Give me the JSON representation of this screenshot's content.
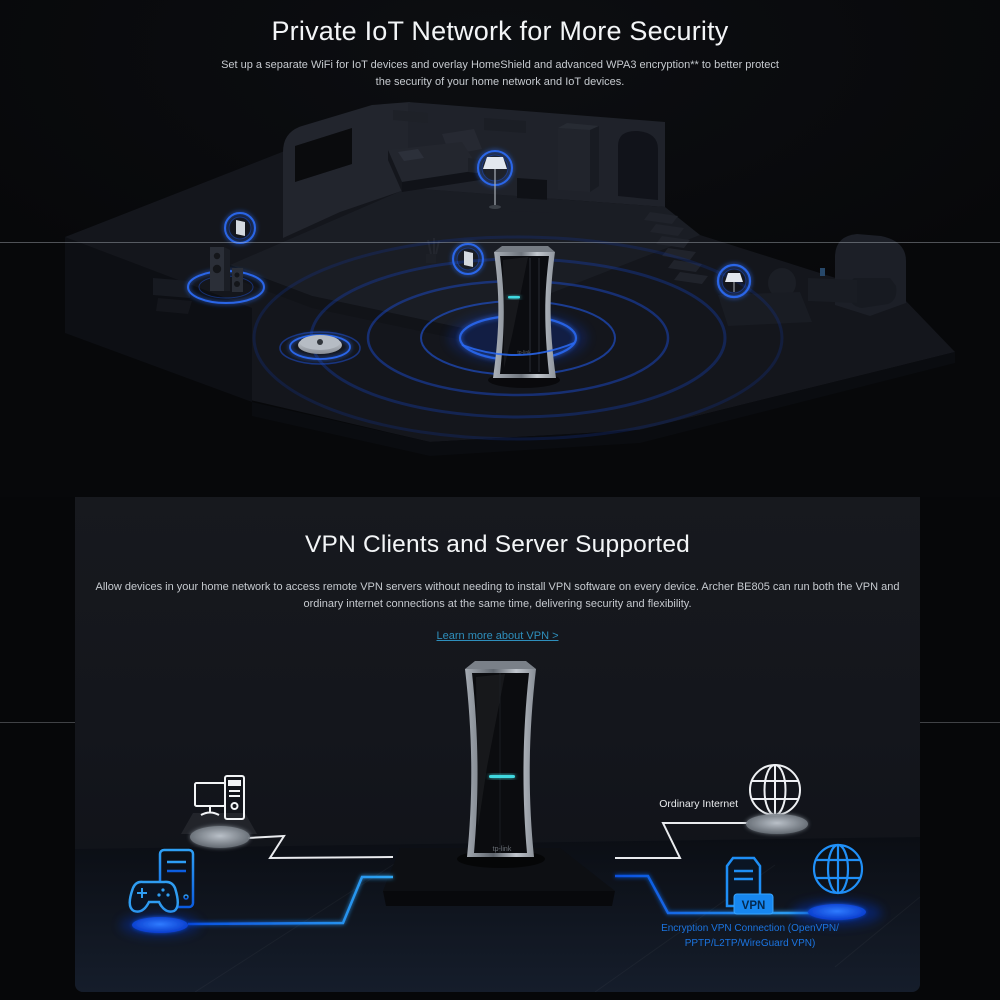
{
  "iot_section": {
    "title": "Private IoT Network for More Security",
    "subtitle": "Set up a separate WiFi for IoT devices and overlay HomeShield and advanced WPA3 encryption** to better protect the security of your home network and IoT devices."
  },
  "vpn_section": {
    "title": "VPN Clients and Server Supported",
    "description": "Allow devices in your home network to access remote VPN servers without needing to install VPN software on every device. Archer BE805 can run both the VPN and ordinary internet connections at the same time, delivering security and flexibility.",
    "link_label": "Learn more about VPN >",
    "diagram": {
      "ordinary_internet_label": "Ordinary Internet",
      "vpn_badge_label": "VPN",
      "vpn_caption_line1": "Encryption VPN Connection (OpenVPN/",
      "vpn_caption_line2": "PPTP/L2TP/WireGuard VPN)",
      "router_logo": "tp-link"
    }
  },
  "icons": {
    "iot_scene": [
      "smart-switch-icon",
      "floor-lamp-icon",
      "speaker-icon",
      "robot-vacuum-icon",
      "router-device",
      "wifi-ripple-rings"
    ],
    "vpn_scene": [
      "desktop-computer-icon",
      "gaming-pc-icon",
      "game-controller-icon",
      "globe-icon",
      "vpn-server-icon",
      "router-device"
    ]
  },
  "colors": {
    "page_background": "#060709",
    "panel_background": "#17191e",
    "title_text": "#f3f5f7",
    "body_text": "#c6cacf",
    "link_blue": "#2e8fbd",
    "caption_blue": "#1b74e0",
    "ring_blue": "#2a66e8",
    "bright_platform_blue": "#0548f0",
    "connection_cyan": "#2fa6f2",
    "led_teal": "#3fd9e0",
    "white_line": "#e9ebee"
  }
}
